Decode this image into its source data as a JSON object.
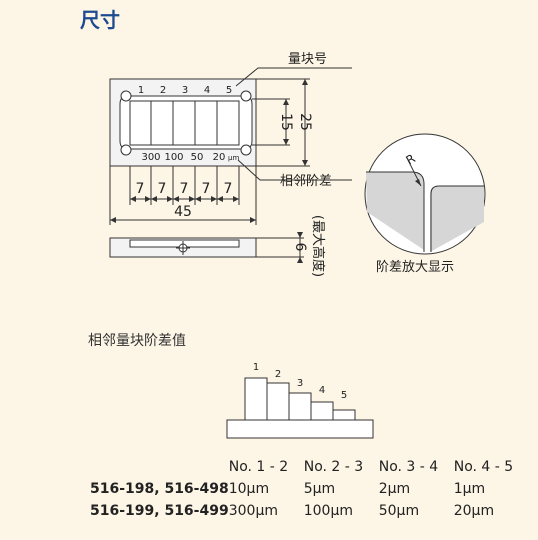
{
  "title": "尺寸",
  "diagram": {
    "labels": {
      "block_number": "量块号",
      "adjacent_step": "相邻阶差",
      "step_zoom": "阶差放大显示",
      "max_height": "(最大高度)"
    },
    "block_numbers": [
      "1",
      "2",
      "3",
      "4",
      "5"
    ],
    "step_values": [
      "300",
      "100",
      "50",
      "20"
    ],
    "step_unit": "μm",
    "dims": {
      "pitch": [
        "7",
        "7",
        "7",
        "7",
        "7"
      ],
      "overall_length": "45",
      "inner_height": "15",
      "overall_height": "25",
      "thickness": "6",
      "radius": "R"
    }
  },
  "step_section": {
    "heading": "相邻量块阶差值",
    "bar_labels": [
      "1",
      "2",
      "3",
      "4",
      "5"
    ],
    "columns": [
      "No. 1 - 2",
      "No. 2 - 3",
      "No. 3 - 4",
      "No. 4 - 5"
    ],
    "rows": [
      {
        "model": "516-198, 516-498",
        "values": [
          "10μm",
          "5μm",
          "2μm",
          "1μm"
        ]
      },
      {
        "model": "516-199, 516-499",
        "values": [
          "300μm",
          "100μm",
          "50μm",
          "20μm"
        ]
      }
    ]
  }
}
